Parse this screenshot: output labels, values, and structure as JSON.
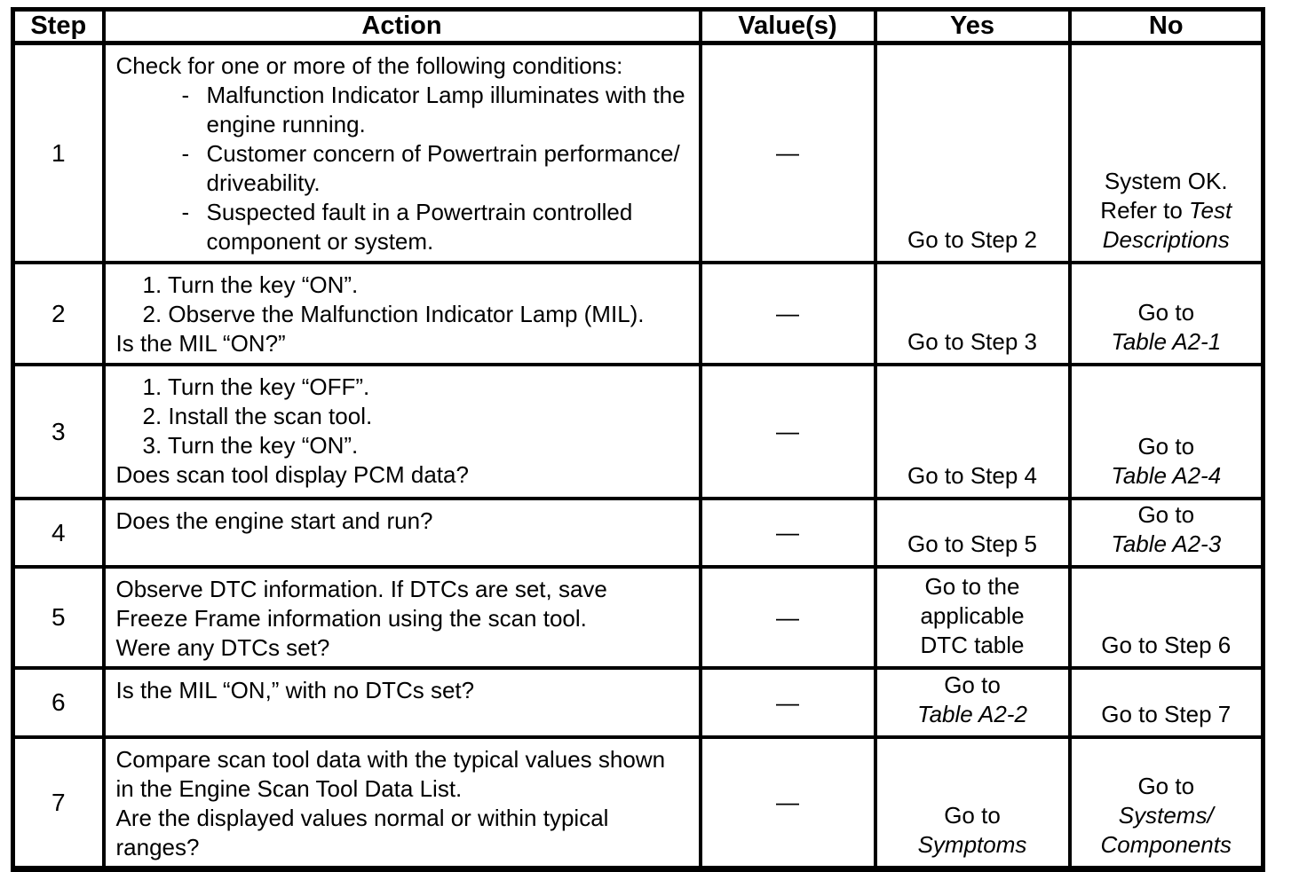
{
  "glyphs": {
    "bullet_dash": "-"
  },
  "table": {
    "headers": [
      "Step",
      "Action",
      "Value(s)",
      "Yes",
      "No"
    ],
    "rows": [
      {
        "step": "1",
        "value": "—",
        "action": [
          "Check for one or more of the following conditions:",
          "Malfunction Indicator Lamp illuminates with the",
          "engine running.",
          "Customer concern of Powertrain performance/",
          "driveability.",
          "Suspected fault in a Powertrain controlled",
          "component or system."
        ],
        "yes": [
          {
            "text": "Go to Step 2"
          }
        ],
        "no": [
          {
            "text": "System OK."
          },
          {
            "text": "Refer to ",
            "em": "Test"
          },
          {
            "em": "Descriptions"
          }
        ]
      },
      {
        "step": "2",
        "value": "—",
        "action": [
          "1. Turn the key “ON”.",
          "2. Observe the Malfunction Indicator Lamp (MIL).",
          "Is the MIL “ON?”"
        ],
        "yes": [
          {
            "text": "Go to Step 3"
          }
        ],
        "no": [
          {
            "text": "Go to"
          },
          {
            "em": "Table A2-1"
          }
        ]
      },
      {
        "step": "3",
        "value": "—",
        "action": [
          "1. Turn the key “OFF”.",
          "2. Install the scan tool.",
          "3. Turn the key “ON”.",
          "Does scan tool display PCM data?"
        ],
        "yes": [
          {
            "text": "Go to Step 4"
          }
        ],
        "no": [
          {
            "text": "Go to"
          },
          {
            "em": "Table A2-4"
          }
        ]
      },
      {
        "step": "4",
        "value": "—",
        "action": [
          "Does the engine start and run?"
        ],
        "yes": [
          {
            "text": "Go to Step 5"
          }
        ],
        "no": [
          {
            "text": "Go to"
          },
          {
            "em": "Table A2-3"
          }
        ]
      },
      {
        "step": "5",
        "value": "—",
        "action": [
          "Observe DTC information. If DTCs are set, save",
          "Freeze Frame information using the scan tool.",
          "Were any DTCs set?"
        ],
        "yes": [
          {
            "text": "Go to the"
          },
          {
            "text": "applicable"
          },
          {
            "text": "DTC table"
          }
        ],
        "no": [
          {
            "text": "Go to Step 6"
          }
        ]
      },
      {
        "step": "6",
        "value": "—",
        "action": [
          "Is the MIL “ON,” with no DTCs set?"
        ],
        "yes": [
          {
            "text": "Go to"
          },
          {
            "em": "Table A2-2"
          }
        ],
        "no": [
          {
            "text": "Go to Step 7"
          }
        ]
      },
      {
        "step": "7",
        "value": "—",
        "action": [
          "Compare scan tool data with the typical values shown",
          "in the Engine Scan Tool Data List.",
          "Are the displayed values normal or within typical",
          "ranges?"
        ],
        "yes": [
          {
            "text": "Go to"
          },
          {
            "em": "Symptoms"
          }
        ],
        "no": [
          {
            "text": "Go to"
          },
          {
            "em": "Systems/"
          },
          {
            "em": "Components"
          }
        ]
      }
    ]
  }
}
